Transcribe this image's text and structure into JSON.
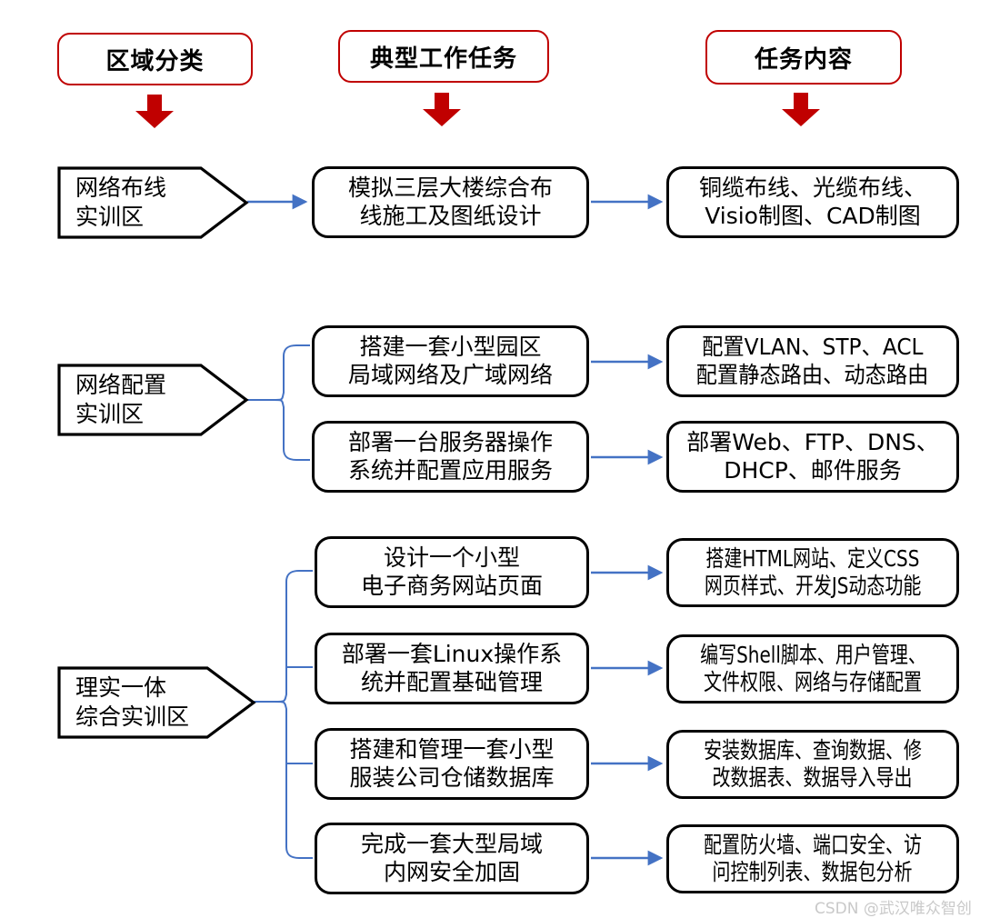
{
  "diagram": {
    "title_columns": [
      {
        "id": "zone",
        "label": "区域分类"
      },
      {
        "id": "task",
        "label": "典型工作任务"
      },
      {
        "id": "content",
        "label": "任务内容"
      }
    ],
    "colors": {
      "header_border": "#C00000",
      "arrow_red": "#C00000",
      "connector_blue": "#4472C4",
      "box_border": "#000000",
      "text": "#000000",
      "watermark": "#C9C9C9",
      "background": "#FFFFFF"
    },
    "rows": [
      {
        "zone": {
          "line1": "网络布线",
          "line2": "实训区"
        },
        "tasks": [
          {
            "task": {
              "line1": "模拟三层大楼综合布",
              "line2": "线施工及图纸设计"
            },
            "content": {
              "line1": "铜缆布线、光缆布线、",
              "line2": "Visio制图、CAD制图"
            }
          }
        ]
      },
      {
        "zone": {
          "line1": "网络配置",
          "line2": "实训区"
        },
        "tasks": [
          {
            "task": {
              "line1": "搭建一套小型园区",
              "line2": "局域网络及广域网络"
            },
            "content": {
              "line1": "配置VLAN、STP、ACL",
              "line2": "配置静态路由、动态路由"
            }
          },
          {
            "task": {
              "line1": "部署一台服务器操作",
              "line2": "系统并配置应用服务"
            },
            "content": {
              "line1": "部署Web、FTP、DNS、",
              "line2": "DHCP、邮件服务"
            }
          }
        ]
      },
      {
        "zone": {
          "line1": "理实一体",
          "line2": "综合实训区"
        },
        "tasks": [
          {
            "task": {
              "line1": "设计一个小型",
              "line2": "电子商务网站页面"
            },
            "content": {
              "line1": "搭建HTML网站、定义CSS",
              "line2": "网页样式、开发JS动态功能"
            }
          },
          {
            "task": {
              "line1": "部署一套Linux操作系",
              "line2": "统并配置基础管理"
            },
            "content": {
              "line1": "编写Shell脚本、用户管理、",
              "line2": "文件权限、网络与存储配置"
            }
          },
          {
            "task": {
              "line1": "搭建和管理一套小型",
              "line2": "服装公司仓储数据库"
            },
            "content": {
              "line1": "安装数据库、查询数据、修",
              "line2": "改数据表、数据导入导出"
            }
          },
          {
            "task": {
              "line1": "完成一套大型局域",
              "line2": "内网安全加固"
            },
            "content": {
              "line1": "配置防火墙、端口安全、访",
              "line2": "问控制列表、数据包分析"
            }
          }
        ]
      }
    ],
    "watermark": "CSDN @武汉唯众智创"
  }
}
